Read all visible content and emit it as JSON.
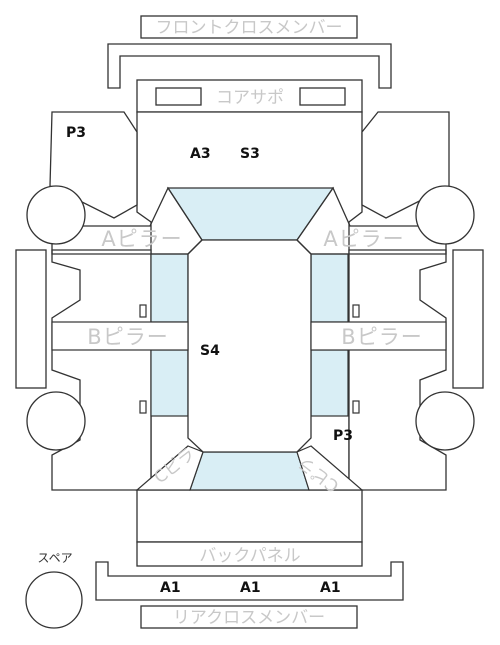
{
  "diagram": {
    "colors": {
      "line": "#333333",
      "glass": "#d9eef5",
      "label": "#c8c8c8",
      "mark": "#111111",
      "background": "#ffffff"
    },
    "labels": {
      "front_cross_member": "フロントクロスメンバー",
      "core_support": "コアサポ",
      "a_pillar_left": "Aピラー",
      "a_pillar_right": "Aピラー",
      "b_pillar_left": "Bピラー",
      "b_pillar_right": "Bピラー",
      "c_pillar_left": "Cピラ",
      "c_pillar_right": "Cピラ",
      "back_panel": "バックパネル",
      "rear_cross_member": "リアクロスメンバー",
      "spare": "スペア"
    },
    "marks": {
      "p3_front_left": "P3",
      "a3": "A3",
      "s3": "S3",
      "s4": "S4",
      "p3_rear_right": "P3",
      "a1_left": "A1",
      "a1_center": "A1",
      "a1_right": "A1"
    }
  }
}
